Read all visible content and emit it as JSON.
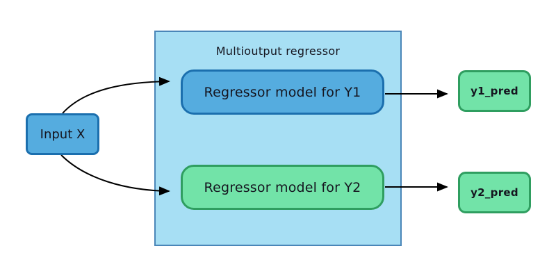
{
  "diagram": {
    "group_title": "Multioutput regressor",
    "nodes": {
      "input": {
        "label": "Input X"
      },
      "regressor1": {
        "label": "Regressor model for Y1"
      },
      "regressor2": {
        "label": "Regressor model for Y2"
      },
      "output1": {
        "label": "y1_pred"
      },
      "output2": {
        "label": "y2_pred"
      }
    },
    "edges": [
      {
        "name": "input-to-regressor1"
      },
      {
        "name": "input-to-regressor2"
      },
      {
        "name": "regressor1-to-output1"
      },
      {
        "name": "regressor2-to-output2"
      }
    ]
  },
  "colors": {
    "background": "#ffffff",
    "container_fill": "#a7dff4",
    "container_border": "#4a86b8",
    "blue_fill": "#55acdf",
    "blue_border": "#1b6fae",
    "green_fill": "#72e3a8",
    "green_border": "#2f9e60",
    "arrow": "#000000",
    "text": "#15151f"
  }
}
